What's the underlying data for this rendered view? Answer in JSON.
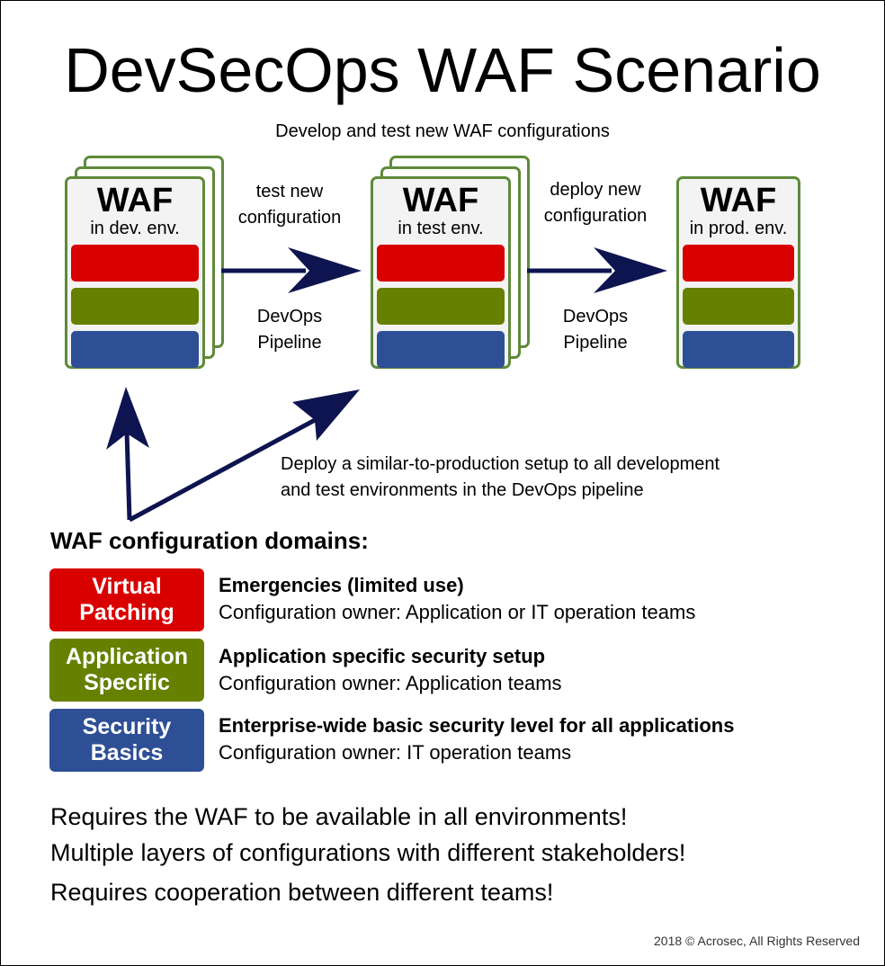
{
  "title": "DevSecOps WAF Scenario",
  "top_caption": "Develop and test new WAF configurations",
  "waf_boxes": [
    {
      "label": "WAF",
      "env": "in dev. env."
    },
    {
      "label": "WAF",
      "env": "in test env."
    },
    {
      "label": "WAF",
      "env": "in prod. env."
    }
  ],
  "arrows": [
    {
      "top_line1": "test new",
      "top_line2": "configuration",
      "bottom_line1": "DevOps",
      "bottom_line2": "Pipeline"
    },
    {
      "top_line1": "deploy new",
      "top_line2": "configuration",
      "bottom_line1": "DevOps",
      "bottom_line2": "Pipeline"
    }
  ],
  "deploy_note": {
    "line1": "Deploy a similar-to-production setup to all development",
    "line2": "and test environments in the DevOps pipeline"
  },
  "domains_heading": "WAF configuration domains:",
  "domains": [
    {
      "badge_line1": "Virtual",
      "badge_line2": "Patching",
      "color": "#d90000",
      "heading": "Emergencies (limited use)",
      "owner": "Configuration owner: Application or IT operation teams"
    },
    {
      "badge_line1": "Application",
      "badge_line2": "Specific",
      "color": "#668000",
      "heading": "Application specific security setup",
      "owner": "Configuration owner: Application teams"
    },
    {
      "badge_line1": "Security",
      "badge_line2": "Basics",
      "color": "#2e4f96",
      "heading": "Enterprise-wide basic security level for all applications",
      "owner": "Configuration owner: IT operation teams"
    }
  ],
  "footer_lines": [
    "Requires the WAF to be available in all environments!",
    "Multiple layers of configurations with different stakeholders!",
    "Requires cooperation between different teams!"
  ],
  "copyright": "2018 © Acrosec, All Rights Reserved",
  "colors": {
    "red": "#d90000",
    "green": "#668000",
    "blue": "#2e4f96",
    "border": "#5e8a3a",
    "arrow": "#0d1450"
  }
}
